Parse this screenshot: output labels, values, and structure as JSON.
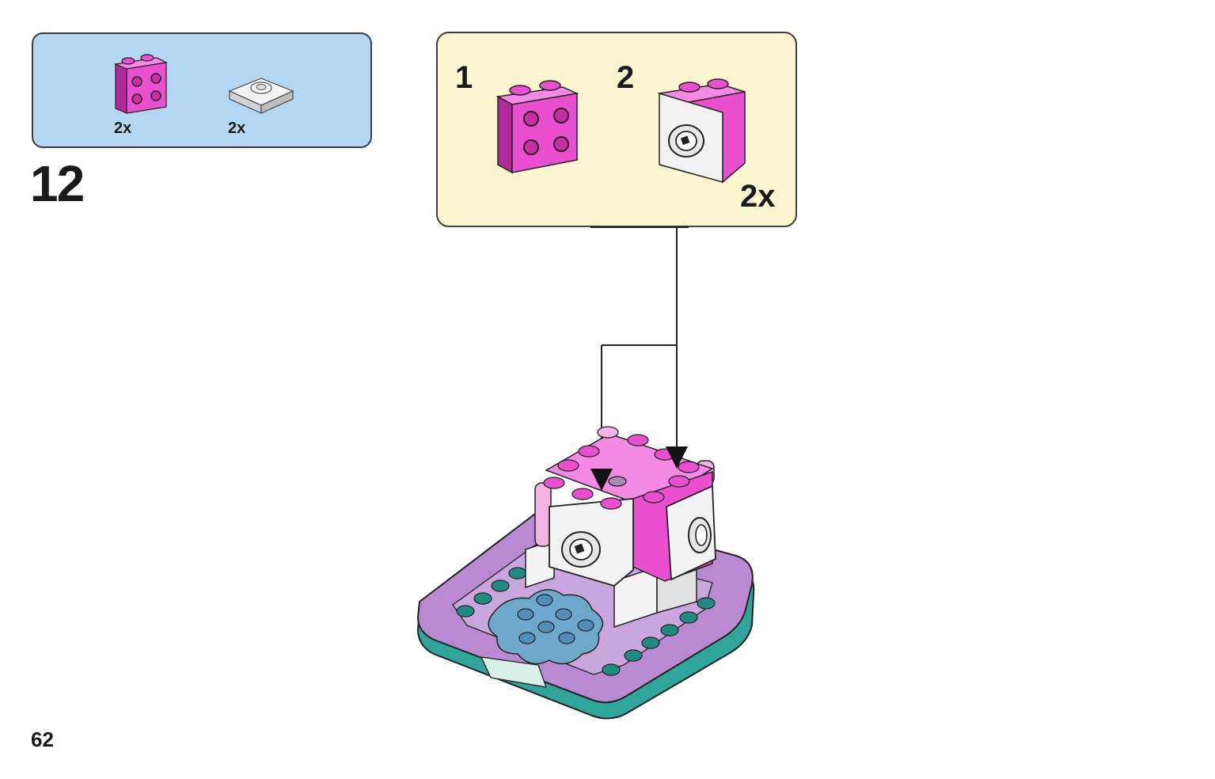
{
  "parts_list": {
    "items": [
      {
        "icon": "pink-brick-2x2-studs-on-side-icon",
        "quantity": "2x",
        "color": "#e94fcf"
      },
      {
        "icon": "white-jumper-plate-icon",
        "quantity": "2x",
        "color": "#f2f2f2"
      }
    ],
    "background": "#b3d6f3"
  },
  "step": {
    "number": "12"
  },
  "subassembly": {
    "background": "#fdf5cf",
    "steps": [
      {
        "number": "1",
        "icon": "pink-brick-2x2-studs-on-side-icon"
      },
      {
        "number": "2",
        "icon": "pink-brick-with-white-jumper-plate-icon"
      }
    ],
    "multiplier": "2x"
  },
  "model": {
    "icon": "dresser-model-build-icon",
    "colors": {
      "pink": "#e94fcf",
      "lavender": "#b98ad2",
      "teal": "#2fa59c",
      "white": "#f4f4f4",
      "blue": "#6ea9cc"
    }
  },
  "page": {
    "number": "62"
  }
}
